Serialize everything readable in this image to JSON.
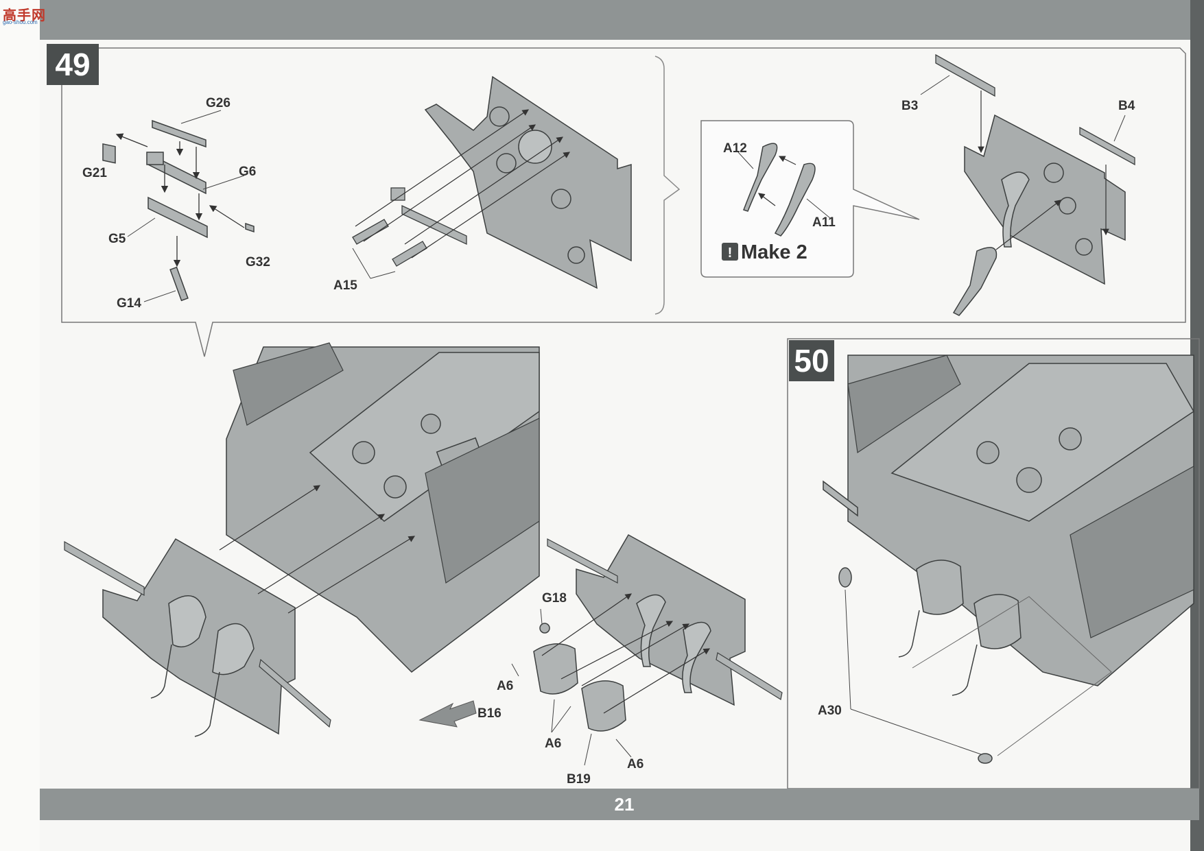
{
  "watermark": {
    "logo_text": "高手网",
    "logo_sub": "gao-shou.com"
  },
  "page_number": "21",
  "step49": {
    "number": "49",
    "make_note": "Make 2",
    "labels": {
      "g26": "G26",
      "g21": "G21",
      "g6": "G6",
      "g5": "G5",
      "g32": "G32",
      "g14": "G14",
      "a15": "A15",
      "a12": "A12",
      "a11": "A11",
      "b3": "B3",
      "b4": "B4",
      "g18": "G18",
      "a6_1": "A6",
      "b16": "B16",
      "a6_2": "A6",
      "a6_3": "A6",
      "b19": "B19"
    }
  },
  "step50": {
    "number": "50",
    "labels": {
      "a30": "A30"
    }
  },
  "colors": {
    "band": "#8f9494",
    "badge": "#4a4e4e",
    "part_fill": "#a9adad",
    "part_stroke": "#3c3f3f"
  }
}
